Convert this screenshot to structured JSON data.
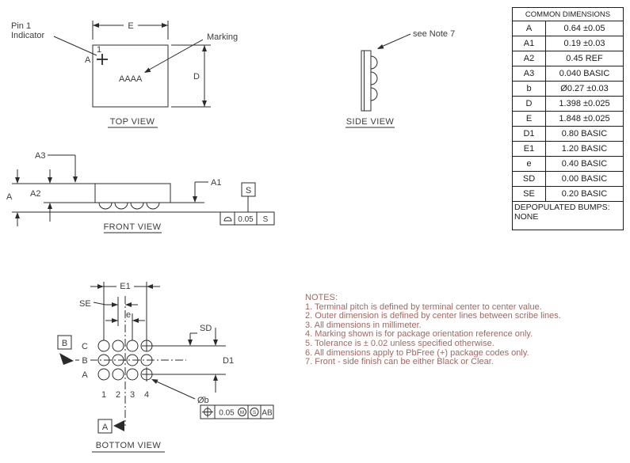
{
  "views": {
    "top": {
      "title": "TOP VIEW",
      "pin1_line1": "Pin 1",
      "pin1_line2": "Indicator",
      "pin_number": "1",
      "datum_a_ref": "A",
      "marking_label": "Marking",
      "marking_text": "AAAA",
      "dim_e": "E",
      "dim_d": "D"
    },
    "side": {
      "title": "SIDE VIEW",
      "note_ref": "see Note 7"
    },
    "front": {
      "title": "FRONT VIEW",
      "dim_a": "A",
      "dim_a1": "A1",
      "dim_a2": "A2",
      "dim_a3": "A3",
      "datum_s": "S",
      "fcf": {
        "tolerance": "0.05",
        "datum": "S"
      }
    },
    "bottom": {
      "title": "BOTTOM VIEW",
      "dim_e1": "E1",
      "dim_se": "SE",
      "dim_e": "e",
      "dim_sd": "SD",
      "dim_d1": "D1",
      "dim_b": "Øb",
      "datum_a": "A",
      "datum_b": "B",
      "row_labels": [
        "C",
        "B",
        "A"
      ],
      "col_labels": [
        "1",
        "2",
        "3",
        "4"
      ],
      "fcf": {
        "tolerance": "0.05",
        "modifier_m": "M",
        "modifier_s": "S",
        "datum_ref": "AB"
      }
    }
  },
  "dimensions_table": {
    "header": "COMMON DIMENSIONS",
    "rows": [
      {
        "symbol": "A",
        "value": "0.64 ±0.05"
      },
      {
        "symbol": "A1",
        "value": "0.19 ±0.03"
      },
      {
        "symbol": "A2",
        "value": "0.45 REF"
      },
      {
        "symbol": "A3",
        "value": "0.040 BASIC"
      },
      {
        "symbol": "b",
        "value": "Ø0.27 ±0.03"
      },
      {
        "symbol": "D",
        "value": "1.398 ±0.025"
      },
      {
        "symbol": "E",
        "value": "1.848 ±0.025"
      },
      {
        "symbol": "D1",
        "value": "0.80 BASIC"
      },
      {
        "symbol": "E1",
        "value": "1.20 BASIC"
      },
      {
        "symbol": "e",
        "value": "0.40 BASIC"
      },
      {
        "symbol": "SD",
        "value": "0.00 BASIC"
      },
      {
        "symbol": "SE",
        "value": "0.20 BASIC"
      }
    ],
    "footer_label": "DEPOPULATED BUMPS:",
    "footer_value": "NONE"
  },
  "notes": {
    "title": "NOTES:",
    "items": [
      "1. Terminal pitch is defined by terminal center to center value.",
      "2. Outer dimension is defined by center lines between scribe lines.",
      "3. All dimensions in millimeter.",
      "4. Marking shown is for package orientation reference only.",
      "5. Tolerance is ± 0.02 unless specified otherwise.",
      "6. All dimensions apply to PbFree (+) package codes only.",
      "7. Front - side finish can be either Black or Clear."
    ]
  },
  "colors": {
    "line": "#2b2b2b",
    "label": "#3c3c3c",
    "notes": "#a06862"
  }
}
